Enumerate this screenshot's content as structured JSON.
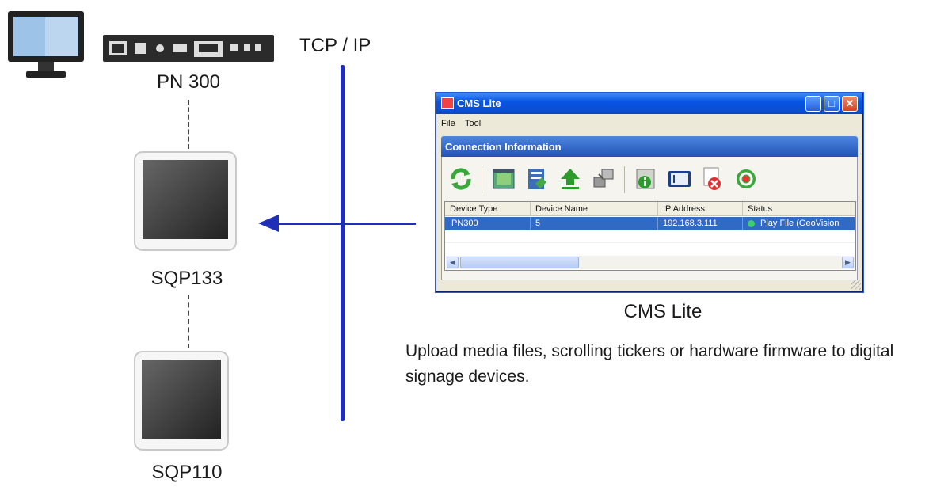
{
  "devices": {
    "pn300": {
      "label": "PN 300"
    },
    "sqp133": {
      "label": "SQP133"
    },
    "sqp110": {
      "label": "SQP110"
    }
  },
  "network": {
    "label": "TCP / IP",
    "color": "#1f2fb8"
  },
  "cms_window": {
    "title": "CMS Lite",
    "menu": [
      "File",
      "Tool"
    ],
    "panel_title": "Connection Information",
    "toolbar_icons": [
      "refresh-icon",
      "image-icon",
      "ticker-icon",
      "upload-icon",
      "network-icon",
      "info-icon",
      "screen-icon",
      "delete-icon",
      "reboot-icon"
    ],
    "columns": [
      "Device Type",
      "Device Name",
      "IP Address",
      "Status"
    ],
    "rows": [
      {
        "device_type": "PN300",
        "device_name": "5",
        "ip_address": "192.168.3.111",
        "status": "Play File (GeoVision"
      }
    ]
  },
  "caption": "CMS Lite",
  "description": "Upload media files, scrolling tickers or hardware firmware to digital signage devices."
}
